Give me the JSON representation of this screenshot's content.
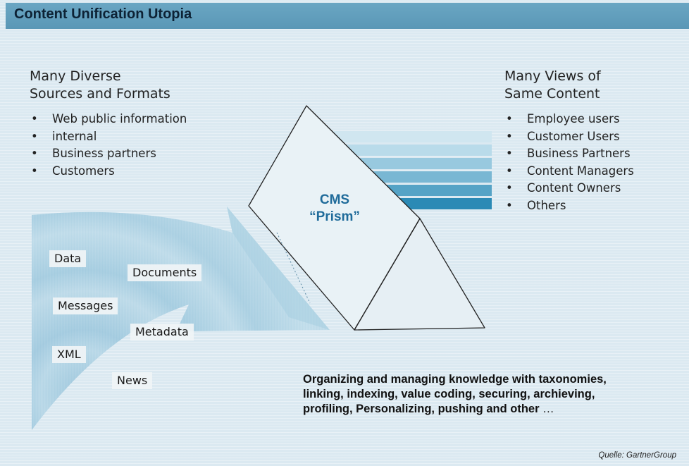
{
  "title": "Content Unification Utopia",
  "left": {
    "heading_line1": "Many Diverse",
    "heading_line2": "Sources and Formats",
    "bullets": [
      "Web public information",
      "internal",
      "Business partners",
      "Customers"
    ]
  },
  "right": {
    "heading_line1": "Many Views of",
    "heading_line2": "Same Content",
    "bullets": [
      "Employee users",
      "Customer Users",
      "Business Partners",
      "Content Managers",
      "Content Owners",
      "Others"
    ]
  },
  "prism": {
    "line1": "CMS",
    "line2": "“Prism”"
  },
  "content_types": [
    "Data",
    "Documents",
    "Messages",
    "Metadata",
    "XML",
    "News"
  ],
  "note": {
    "text": "Organizing and managing knowledge with taxonomies, linking, indexing, value coding, securing, archieving, profiling, Personalizing, pushing and other ",
    "ellipsis": "…"
  },
  "source": "Quelle: GartnerGroup",
  "colors": {
    "title_bar": "#5f9dbc",
    "background": "#dbe9f1",
    "prism_text": "#1f6b9a",
    "bands": [
      "#d0e6f0",
      "#b9dbea",
      "#98c9df",
      "#79b7d3",
      "#55a3c6",
      "#2b8ab5"
    ]
  }
}
